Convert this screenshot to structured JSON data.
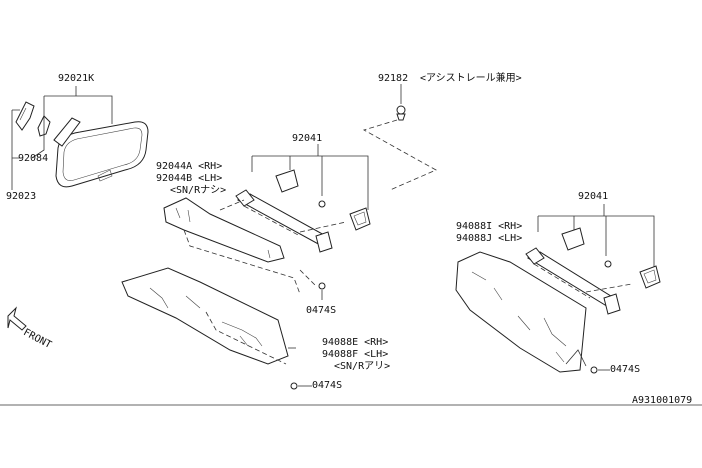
{
  "labels": {
    "p92021k": "92021K",
    "p92084": "92084",
    "p92023": "92023",
    "p92182": "92182",
    "p92182_note": "<アシストレール兼用>",
    "p92041_left": "92041",
    "p92044a": "92044A <RH>",
    "p92044b": "92044B <LH>",
    "p92044_note": "<SN/Rナシ>",
    "p0474s_mid": "0474S",
    "p94088e": "94088E <RH>",
    "p94088f": "94088F <LH>",
    "p94088_note": "<SN/Rアリ>",
    "p0474s_bottom": "0474S",
    "p92041_right": "92041",
    "p94088i": "94088I <RH>",
    "p94088j": "94088J <LH>",
    "p0474s_right": "0474S",
    "front": "FRONT",
    "diagram_code": "A931001079"
  }
}
